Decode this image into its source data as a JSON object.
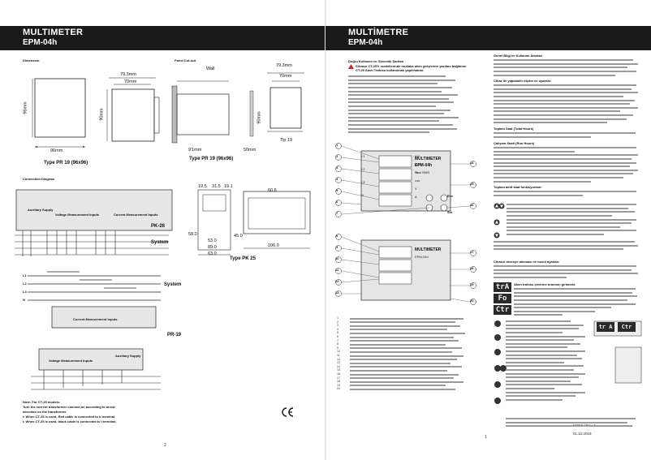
{
  "left_page": {
    "title": "MULTIMETER",
    "model": "EPM-04h",
    "sections": {
      "dimension": "Dimension",
      "panel_cutout": "Panel Cut-out",
      "connection_diagram": "Connection Diagram"
    },
    "dims": {
      "front_h": "96mm",
      "front_w": "96mm",
      "side_outer": "79.3mm",
      "side_inner": "70mm",
      "side_h": "90mm",
      "cut_outer": "79.3mm",
      "cut_inner": "70mm",
      "cut_h": "90mm",
      "wall": "Wall",
      "side_depth": "9'1mm",
      "tip_depth": "50mm",
      "tip": "Tip 19"
    },
    "captions": {
      "pr19_left": "Type PR 19 (96x96)",
      "pr19_right": "Type PR 19 (96x96)",
      "pk25": "Type PK 25",
      "pk26": "PK-26",
      "pr19_diag": "PR-19"
    },
    "diagram_labels": {
      "aux": "Auxiliary Supply",
      "aux_short": "Auxiliary\nSupply",
      "volt": "Voltage Measurement Inputs",
      "curr": "Current Measurement Inputs",
      "system": "System",
      "system2": "System",
      "curr_box": "Current Measurement Inputs",
      "volt_box": "Voltage Measurement Inputs",
      "aux_box": "Auxiliary Supply",
      "l1": "L1",
      "l2": "L2",
      "l3": "L3",
      "n": "N"
    },
    "pk25_dims": [
      "19.5",
      "31.5",
      "19.1",
      "60.6",
      "53.0",
      "89.0",
      "63.0",
      "58.0",
      "45.0",
      "106.0"
    ],
    "note_title": "Note: For CT-25 models:",
    "note_lines": [
      "Turn the current transformer connect,on according to arrow",
      "direction on the transformer",
      "I: When CT-25 is used, Red cable is connected to k terminal.",
      "I: When CT-25 is used, black cable is connected to l terminal."
    ],
    "page_number": "2"
  },
  "right_page": {
    "title": "MULTİMETRE",
    "model": "EPM-04h",
    "warn_title": "Doğru Kullanım ve Güvenlik Şartları",
    "warn_text": "Cihazın CT-25'li modellerinde mutlaka akım girişlerine yazılanı bağlanmı CT-25 Akım Trafosu kullanılmalı yapılmalıdır.",
    "device_name": "MULTIMETER",
    "device_model": "EPM-04h",
    "device_sub": "True RMS",
    "mini_labels": [
      "L1",
      "L2",
      "L3",
      "N",
      "kW",
      "kVAr",
      "Hz",
      "cos",
      "V",
      "A"
    ],
    "callouts": [
      "1",
      "2",
      "3",
      "4",
      "5",
      "6",
      "7",
      "8",
      "9",
      "10",
      "11",
      "12",
      "13",
      "14",
      "15",
      "16",
      "17",
      "18",
      "19",
      "20"
    ],
    "side_buttons": {
      "esc": "Esc",
      "set": "Set",
      "up": "▲",
      "down": "▼"
    },
    "lcd_menu": [
      "trA",
      "Fo",
      "Ctr"
    ],
    "lcd_small": [
      "tr A",
      "Ctr"
    ],
    "right_col_heads": [
      "Genel Bilgi ve Kullanım Alanları",
      "Cihaz ile yapılabilir ölçüm ve uyarılar:",
      "Toplam Saat (Total Hours)",
      "Çalışma Saati (Run Hours)",
      "Toplam aktif saat fonksiyonları:",
      "Cihazın devreye alınması ve menü ayarları:",
      "Akım trafosu çevirme oranının girilmesi:"
    ],
    "legend_numbers": [
      "1",
      "2",
      "3",
      "4",
      "5",
      "6",
      "7",
      "8",
      "9",
      "10",
      "11",
      "12",
      "13",
      "14",
      "15",
      "16",
      "17",
      "18",
      "19",
      "20"
    ],
    "page_number": "1",
    "footer_code": "A2066 / Rev 4",
    "footer_date": "01.12.2019"
  },
  "colors": {
    "banner": "#1a1a1a",
    "banner_text": "#ffffff",
    "lcd_bg": "#2a2a2a"
  }
}
